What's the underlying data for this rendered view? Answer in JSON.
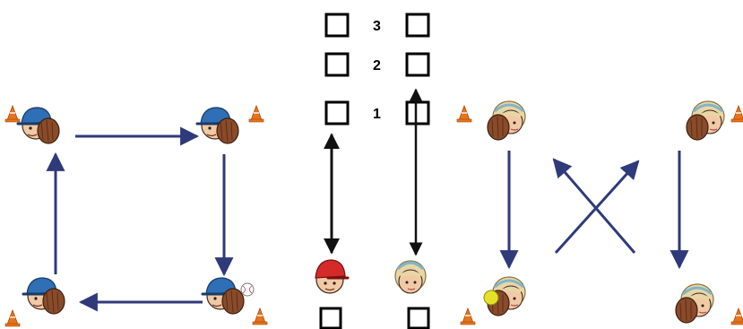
{
  "labels": {
    "marker_3": "3",
    "marker_2": "2",
    "marker_1": "1"
  },
  "colors": {
    "arrow_blue": "#2e3a7a",
    "arrow_black": "#111111",
    "cone_orange": "#e8731a",
    "cap_blue": "#2f6fb6",
    "cap_red": "#d42a2a",
    "glove_brown": "#8a4b2a",
    "skin": "#f2c9a5",
    "hair_blonde": "#e8d6a6",
    "hair_band": "#7fb6c9",
    "ball_yellow": "#e6e02a"
  },
  "icons": [
    "boy-player-icon",
    "girl-player-icon",
    "cone-icon",
    "glove-icon",
    "baseball-icon",
    "softball-icon",
    "base-marker-icon"
  ]
}
